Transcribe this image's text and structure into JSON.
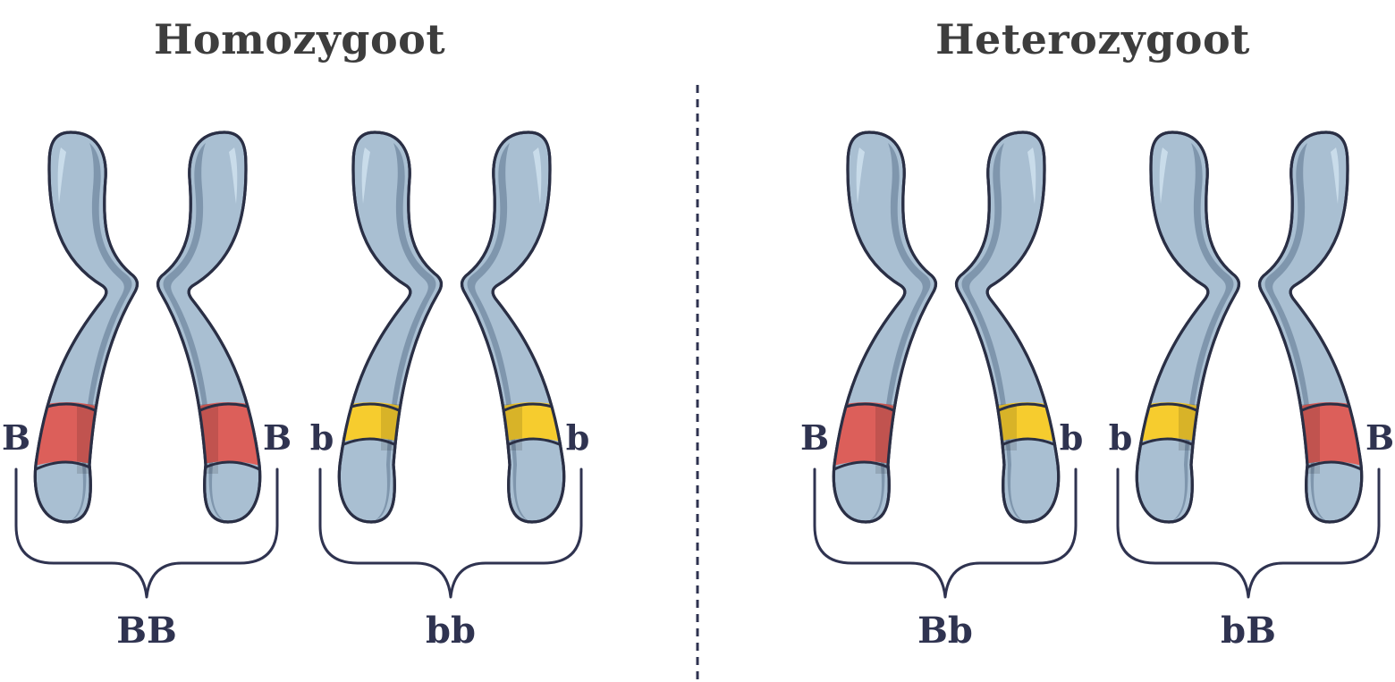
{
  "panels": [
    {
      "title": "Homozygoot",
      "groups": [
        {
          "genotype": "BB",
          "left_allele": "B",
          "right_allele": "B",
          "left_band": "dominant",
          "right_band": "dominant"
        },
        {
          "genotype": "bb",
          "left_allele": "b",
          "right_allele": "b",
          "left_band": "recessive",
          "right_band": "recessive"
        }
      ]
    },
    {
      "title": "Heterozygoot",
      "groups": [
        {
          "genotype": "Bb",
          "left_allele": "B",
          "right_allele": "b",
          "left_band": "dominant",
          "right_band": "recessive"
        },
        {
          "genotype": "bB",
          "left_allele": "b",
          "right_allele": "B",
          "left_band": "recessive",
          "right_band": "dominant"
        }
      ]
    }
  ],
  "colors": {
    "dominant_band": "#dc5f5a",
    "recessive_band": "#f6cc2e",
    "chromosome": "#a9bfd2",
    "outline": "#2a2f45"
  }
}
